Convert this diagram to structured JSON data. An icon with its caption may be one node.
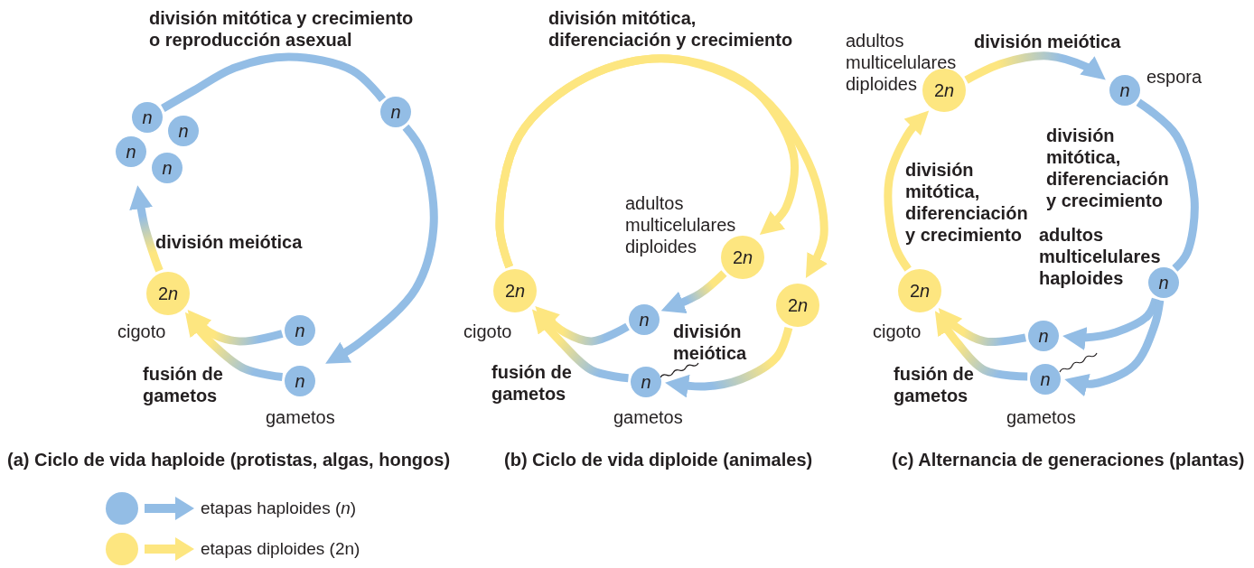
{
  "diagram": {
    "nodes": [
      {
        "text": [
          "2n"
        ],
        "beside": [
          "cigoto"
        ]
      },
      {
        "text": [
          "n"
        ]
      },
      {
        "text": [
          "n"
        ]
      },
      {
        "text": [
          "n"
        ]
      },
      {
        "text": [
          "n"
        ]
      },
      {
        "text": [
          "n"
        ]
      },
      {
        "text": [
          "n"
        ]
      },
      {
        "text": [
          "n"
        ],
        "beside": [
          "gametos"
        ]
      },
      {
        "text": [
          "2n"
        ],
        "beside": [
          "cigoto"
        ]
      },
      {
        "text": [
          "2n"
        ],
        "beside": [
          "adultos multicelulares diploides"
        ]
      },
      {
        "text": [
          "2n"
        ]
      },
      {
        "text": [
          "n"
        ]
      },
      {
        "text": [
          "n"
        ],
        "beside": [
          "gametos"
        ]
      },
      {
        "text": [
          "2n"
        ],
        "beside": [
          "adultos multicelulares diploides"
        ]
      },
      {
        "text": [
          "n"
        ],
        "beside": [
          "espora"
        ]
      },
      {
        "text": [
          "n"
        ],
        "beside": [
          "adultos multicelulares haploides"
        ]
      },
      {
        "text": [
          "n"
        ]
      },
      {
        "text": [
          "n"
        ],
        "beside": [
          "gametos"
        ]
      },
      {
        "text": [
          "2n"
        ],
        "beside": [
          "cigoto"
        ]
      }
    ],
    "edges": [
      {
        "from": 0,
        "to": 3,
        "arrow": "to",
        "label": "división meiótica"
      },
      {
        "from": 1,
        "to": 5,
        "arrow": "none",
        "label": "división mitótica y crecimiento o reproducción asexual"
      },
      {
        "from": 5,
        "to": 7,
        "arrow": "to"
      },
      {
        "from": 6,
        "to": 0,
        "arrow": "to"
      },
      {
        "from": 7,
        "to": 0,
        "arrow": "to",
        "label": "fusión de gametos"
      },
      {
        "from": 8,
        "to": 9,
        "arrow": "to",
        "label": "división mitótica, diferenciación y crecimiento",
        "color": "#fde680"
      },
      {
        "from": 8,
        "to": 10,
        "arrow": "to",
        "color": "#fde680"
      },
      {
        "from": 9,
        "to": 11,
        "arrow": "to",
        "label": "división meiótica"
      },
      {
        "from": 10,
        "to": 12,
        "arrow": "to"
      },
      {
        "from": 11,
        "to": 8,
        "arrow": "to"
      },
      {
        "from": 12,
        "to": 8,
        "arrow": "to",
        "label": "fusión de gametos"
      },
      {
        "from": 13,
        "to": 14,
        "arrow": "to",
        "label": "división meiótica"
      },
      {
        "from": 14,
        "to": 15,
        "arrow": "none",
        "label": "división mitótica, diferenciación y crecimiento"
      },
      {
        "from": 15,
        "to": 16,
        "arrow": "to"
      },
      {
        "from": 15,
        "to": 17,
        "arrow": "to"
      },
      {
        "from": 16,
        "to": 18,
        "arrow": "to"
      },
      {
        "from": 17,
        "to": 18,
        "arrow": "to",
        "label": "fusión de gametos"
      },
      {
        "from": 18,
        "to": 13,
        "arrow": "to",
        "label": "división mitótica, diferenciación y crecimiento",
        "color": "#fde680"
      }
    ],
    "labels": [
      "(a) Ciclo de vida haploide (protistas, algas, hongos)",
      "(b) Ciclo de vida diploide (animales)",
      "(c) Alternancia de generaciones (plantas)"
    ],
    "legend": [
      {
        "text": "etapas haploides (*n*)",
        "color": "#93bde5"
      },
      {
        "text": "etapas diploides (2n)",
        "color": "#fde680"
      }
    ]
  }
}
